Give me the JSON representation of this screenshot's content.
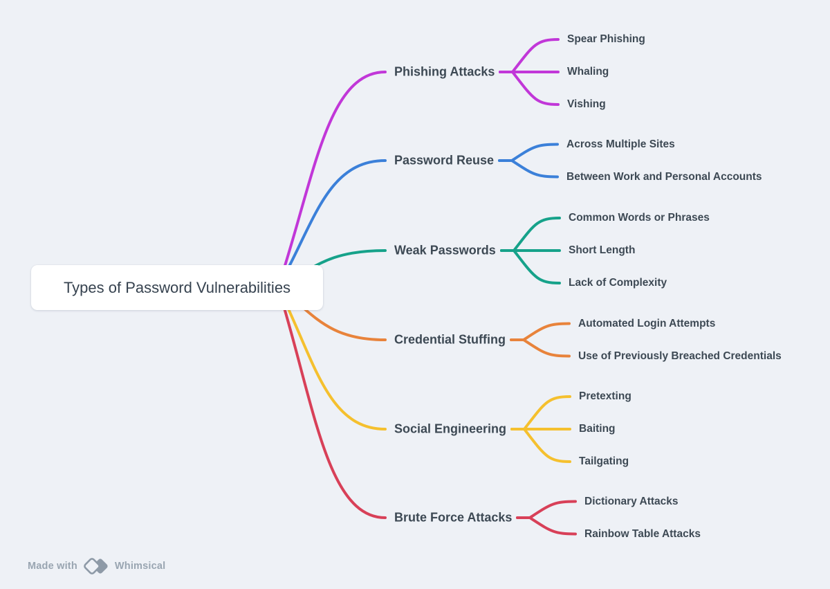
{
  "canvas": {
    "background": "#eef1f6"
  },
  "root": {
    "label": "Types of Password Vulnerabilities"
  },
  "branches": [
    {
      "label": "Phishing Attacks",
      "color": "#c137d8",
      "children": [
        "Spear Phishing",
        "Whaling",
        "Vishing"
      ]
    },
    {
      "label": "Password Reuse",
      "color": "#3b80d9",
      "children": [
        "Across Multiple Sites",
        "Between Work and Personal Accounts"
      ]
    },
    {
      "label": "Weak Passwords",
      "color": "#16a28a",
      "children": [
        "Common Words or Phrases",
        "Short Length",
        "Lack of Complexity"
      ]
    },
    {
      "label": "Credential Stuffing",
      "color": "#e8833b",
      "children": [
        "Automated Login Attempts",
        "Use of Previously Breached Credentials"
      ]
    },
    {
      "label": "Social Engineering",
      "color": "#f5c02e",
      "children": [
        "Pretexting",
        "Baiting",
        "Tailgating"
      ]
    },
    {
      "label": "Brute Force Attacks",
      "color": "#d84058",
      "children": [
        "Dictionary Attacks",
        "Rainbow Table Attacks"
      ]
    }
  ],
  "footer": {
    "made_with": "Made with",
    "brand": "Whimsical",
    "logo_color": "#8e9aa7"
  }
}
